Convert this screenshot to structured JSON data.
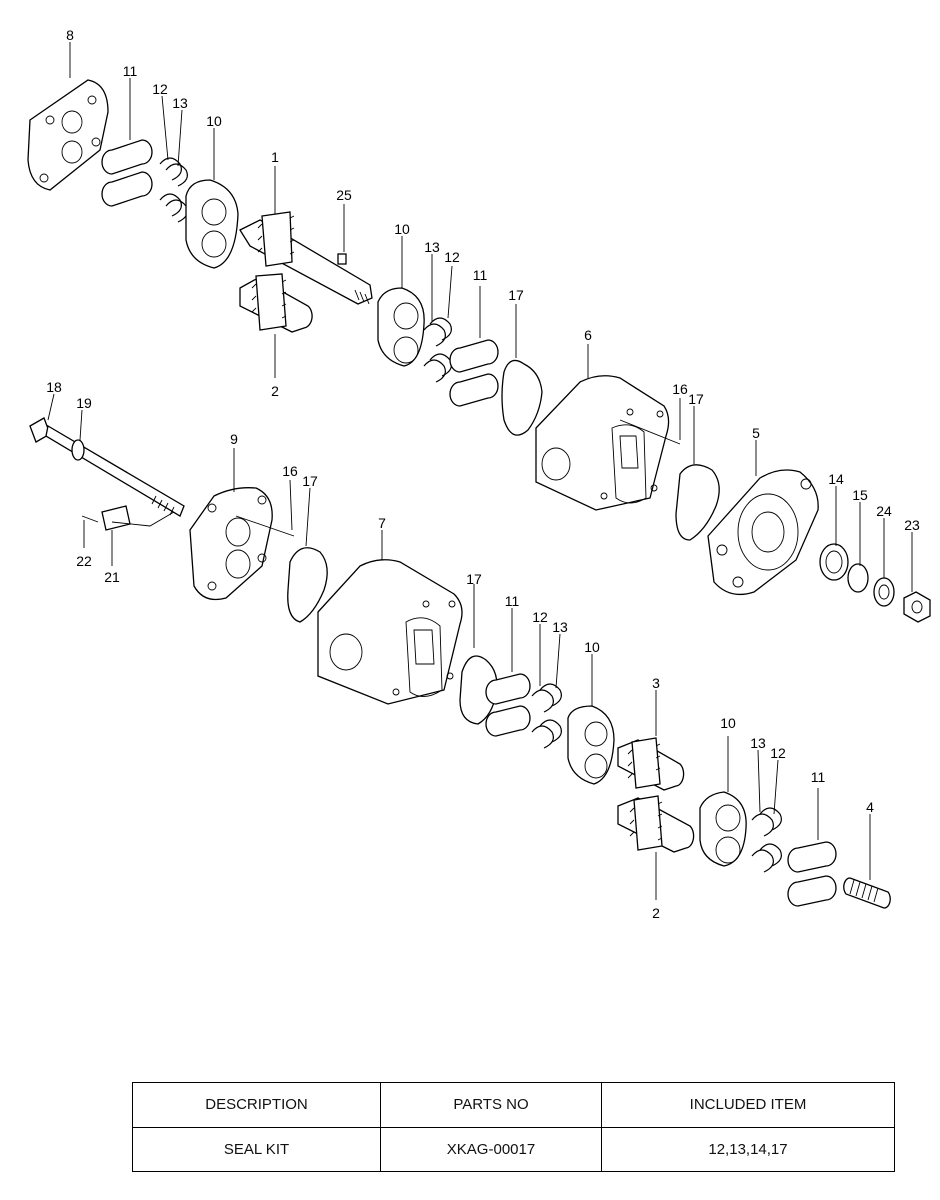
{
  "callouts": {
    "c1": "1",
    "c2a": "2",
    "c2b": "2",
    "c3": "3",
    "c4": "4",
    "c5": "5",
    "c6": "6",
    "c7": "7",
    "c8": "8",
    "c9": "9",
    "c10a": "10",
    "c10b": "10",
    "c10c": "10",
    "c10d": "10",
    "c11a": "11",
    "c11b": "11",
    "c11c": "11",
    "c11d": "11",
    "c12a": "12",
    "c12b": "12",
    "c12c": "12",
    "c12d": "12",
    "c13a": "13",
    "c13b": "13",
    "c13c": "13",
    "c13d": "13",
    "c14": "14",
    "c15": "15",
    "c16a": "16",
    "c16b": "16",
    "c17a": "17",
    "c17b": "17",
    "c17c": "17",
    "c17d": "17",
    "c18": "18",
    "c19": "19",
    "c21": "21",
    "c22": "22",
    "c23": "23",
    "c24": "24",
    "c25": "25"
  },
  "table": {
    "headers": [
      "DESCRIPTION",
      "PARTS NO",
      "INCLUDED ITEM"
    ],
    "rows": [
      [
        "SEAL KIT",
        "XKAG-00017",
        "12,13,14,17"
      ]
    ]
  }
}
